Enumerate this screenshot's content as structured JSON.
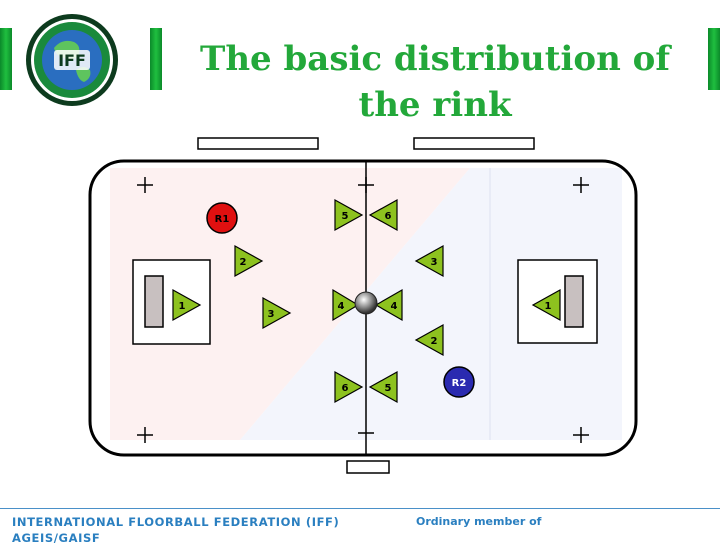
{
  "title": "The basic distribution of the rink",
  "logo": {
    "center_text": "IFF"
  },
  "players": {
    "home_left": [
      "1",
      "2",
      "3",
      "4",
      "5",
      "6"
    ],
    "home_right": [
      "1",
      "2",
      "3",
      "4",
      "5",
      "6"
    ],
    "referee_1": "R1",
    "referee_2": "R2"
  },
  "footer": {
    "federation": "INTERNATIONAL FLOORBALL FEDERATION (IFF)",
    "ordinary": "Ordinary member of",
    "agefis": "AGEIS/GAISF"
  },
  "colors": {
    "title": "#23a83a",
    "accent_bar": "#1fbf3f",
    "player_fill": "#8dc21f",
    "referee_1": "#e01010",
    "referee_2": "#2a2ab0",
    "footer": "#2a7fc0"
  }
}
